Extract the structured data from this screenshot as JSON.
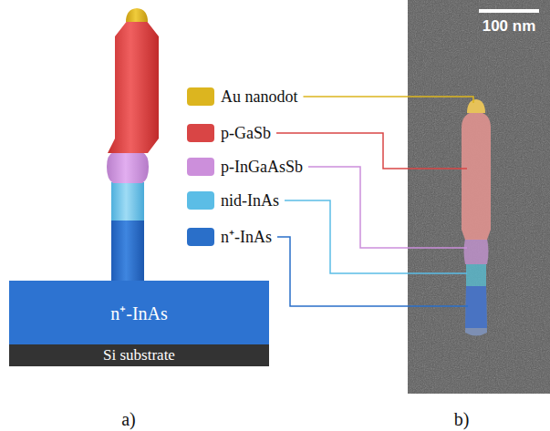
{
  "diagram": {
    "nodes": [
      {
        "text": [
          "n⁺-InAs"
        ]
      },
      {
        "text": [
          "Si substrate"
        ]
      }
    ],
    "labels": [
      "100 nm",
      "a)",
      "b)"
    ],
    "legend": [
      {
        "text": "Au nanodot",
        "color": "#dcb51f"
      },
      {
        "text": "p-GaSb",
        "color": "#d94545"
      },
      {
        "text": "p-InGaAsSb",
        "color": "#cc8fdb"
      },
      {
        "text": "nid-InAs",
        "color": "#5bbde6"
      },
      {
        "text": "n⁺-InAs",
        "color": "#2a6fc9"
      }
    ]
  }
}
